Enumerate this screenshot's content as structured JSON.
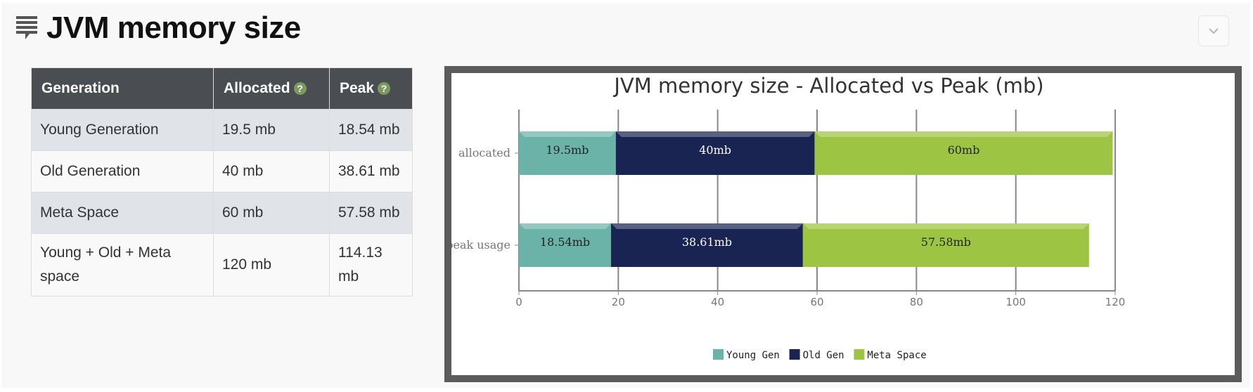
{
  "header": {
    "title": "JVM memory size",
    "icon": "comment-list-icon"
  },
  "table": {
    "headers": {
      "generation": "Generation",
      "allocated": "Allocated",
      "peak": "Peak"
    },
    "help_glyph": "?",
    "rows": [
      {
        "generation": "Young Generation",
        "allocated": "19.5 mb",
        "peak": "18.54 mb"
      },
      {
        "generation": "Old Generation",
        "allocated": "40 mb",
        "peak": "38.61 mb"
      },
      {
        "generation": "Meta Space",
        "allocated": "60 mb",
        "peak": "57.58 mb"
      },
      {
        "generation": "Young + Old + Meta space",
        "allocated": "120 mb",
        "peak": "114.13 mb"
      }
    ]
  },
  "colors": {
    "young": "#6bb3a9",
    "old": "#1a2452",
    "meta": "#9ec443",
    "header_bg": "#4a4d52"
  },
  "chart_data": {
    "type": "bar",
    "orientation": "horizontal",
    "stacked": true,
    "title": "JVM memory size - Allocated vs Peak (mb)",
    "categories": [
      "allocated",
      "peak usage"
    ],
    "xlim": [
      0,
      120
    ],
    "x_ticks": [
      0,
      20,
      40,
      60,
      80,
      100,
      120
    ],
    "grid": true,
    "legend_position": "bottom",
    "series": [
      {
        "name": "Young Gen",
        "values": [
          19.5,
          18.54
        ],
        "labels": [
          "19.5mb",
          "18.54mb"
        ],
        "color": "#6bb3a9"
      },
      {
        "name": "Old Gen",
        "values": [
          40,
          38.61
        ],
        "labels": [
          "40mb",
          "38.61mb"
        ],
        "color": "#1a2452"
      },
      {
        "name": "Meta Space",
        "values": [
          60,
          57.58
        ],
        "labels": [
          "60mb",
          "57.58mb"
        ],
        "color": "#9ec443"
      }
    ]
  }
}
